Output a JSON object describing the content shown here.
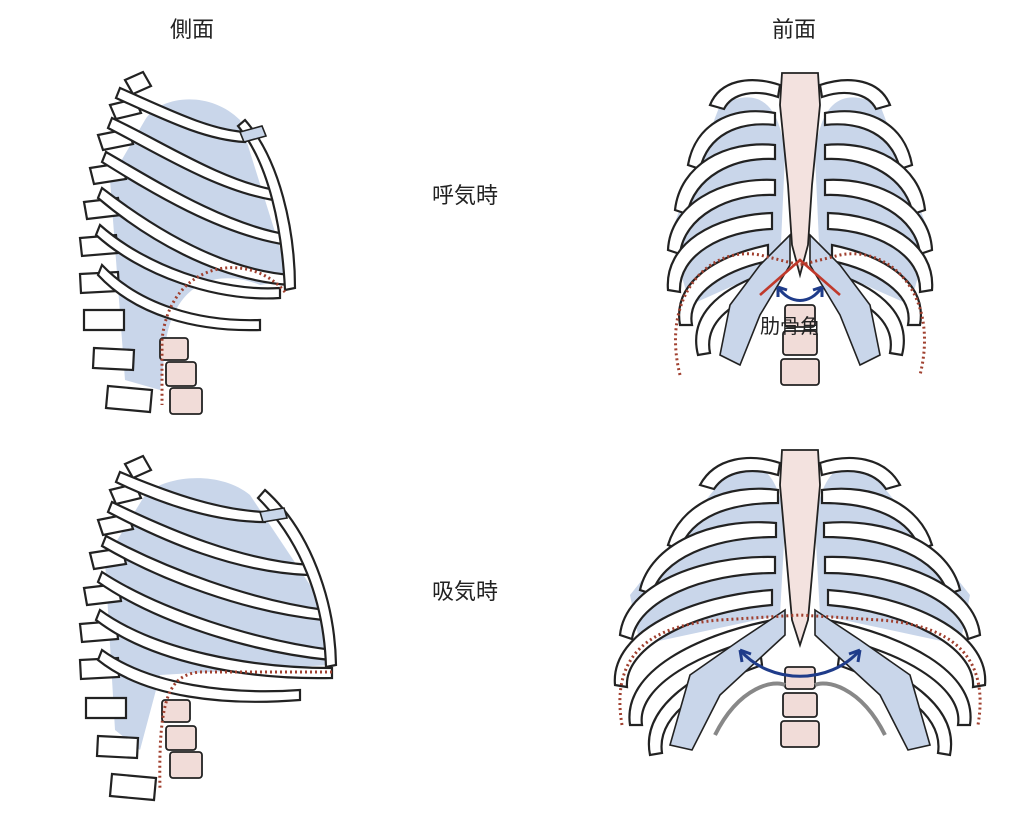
{
  "headers": {
    "side": "側面",
    "front": "前面"
  },
  "rows": [
    {
      "label": "呼気時"
    },
    {
      "label": "吸気時"
    }
  ],
  "annotation": {
    "costal_angle": "肋骨角"
  },
  "colors": {
    "lung": "#c9d6ea",
    "diaphragm": "#a0402f",
    "costal_angle_line": "#c0392b",
    "arrow": "#1f3c8a",
    "spine": "#f1dcd8"
  }
}
